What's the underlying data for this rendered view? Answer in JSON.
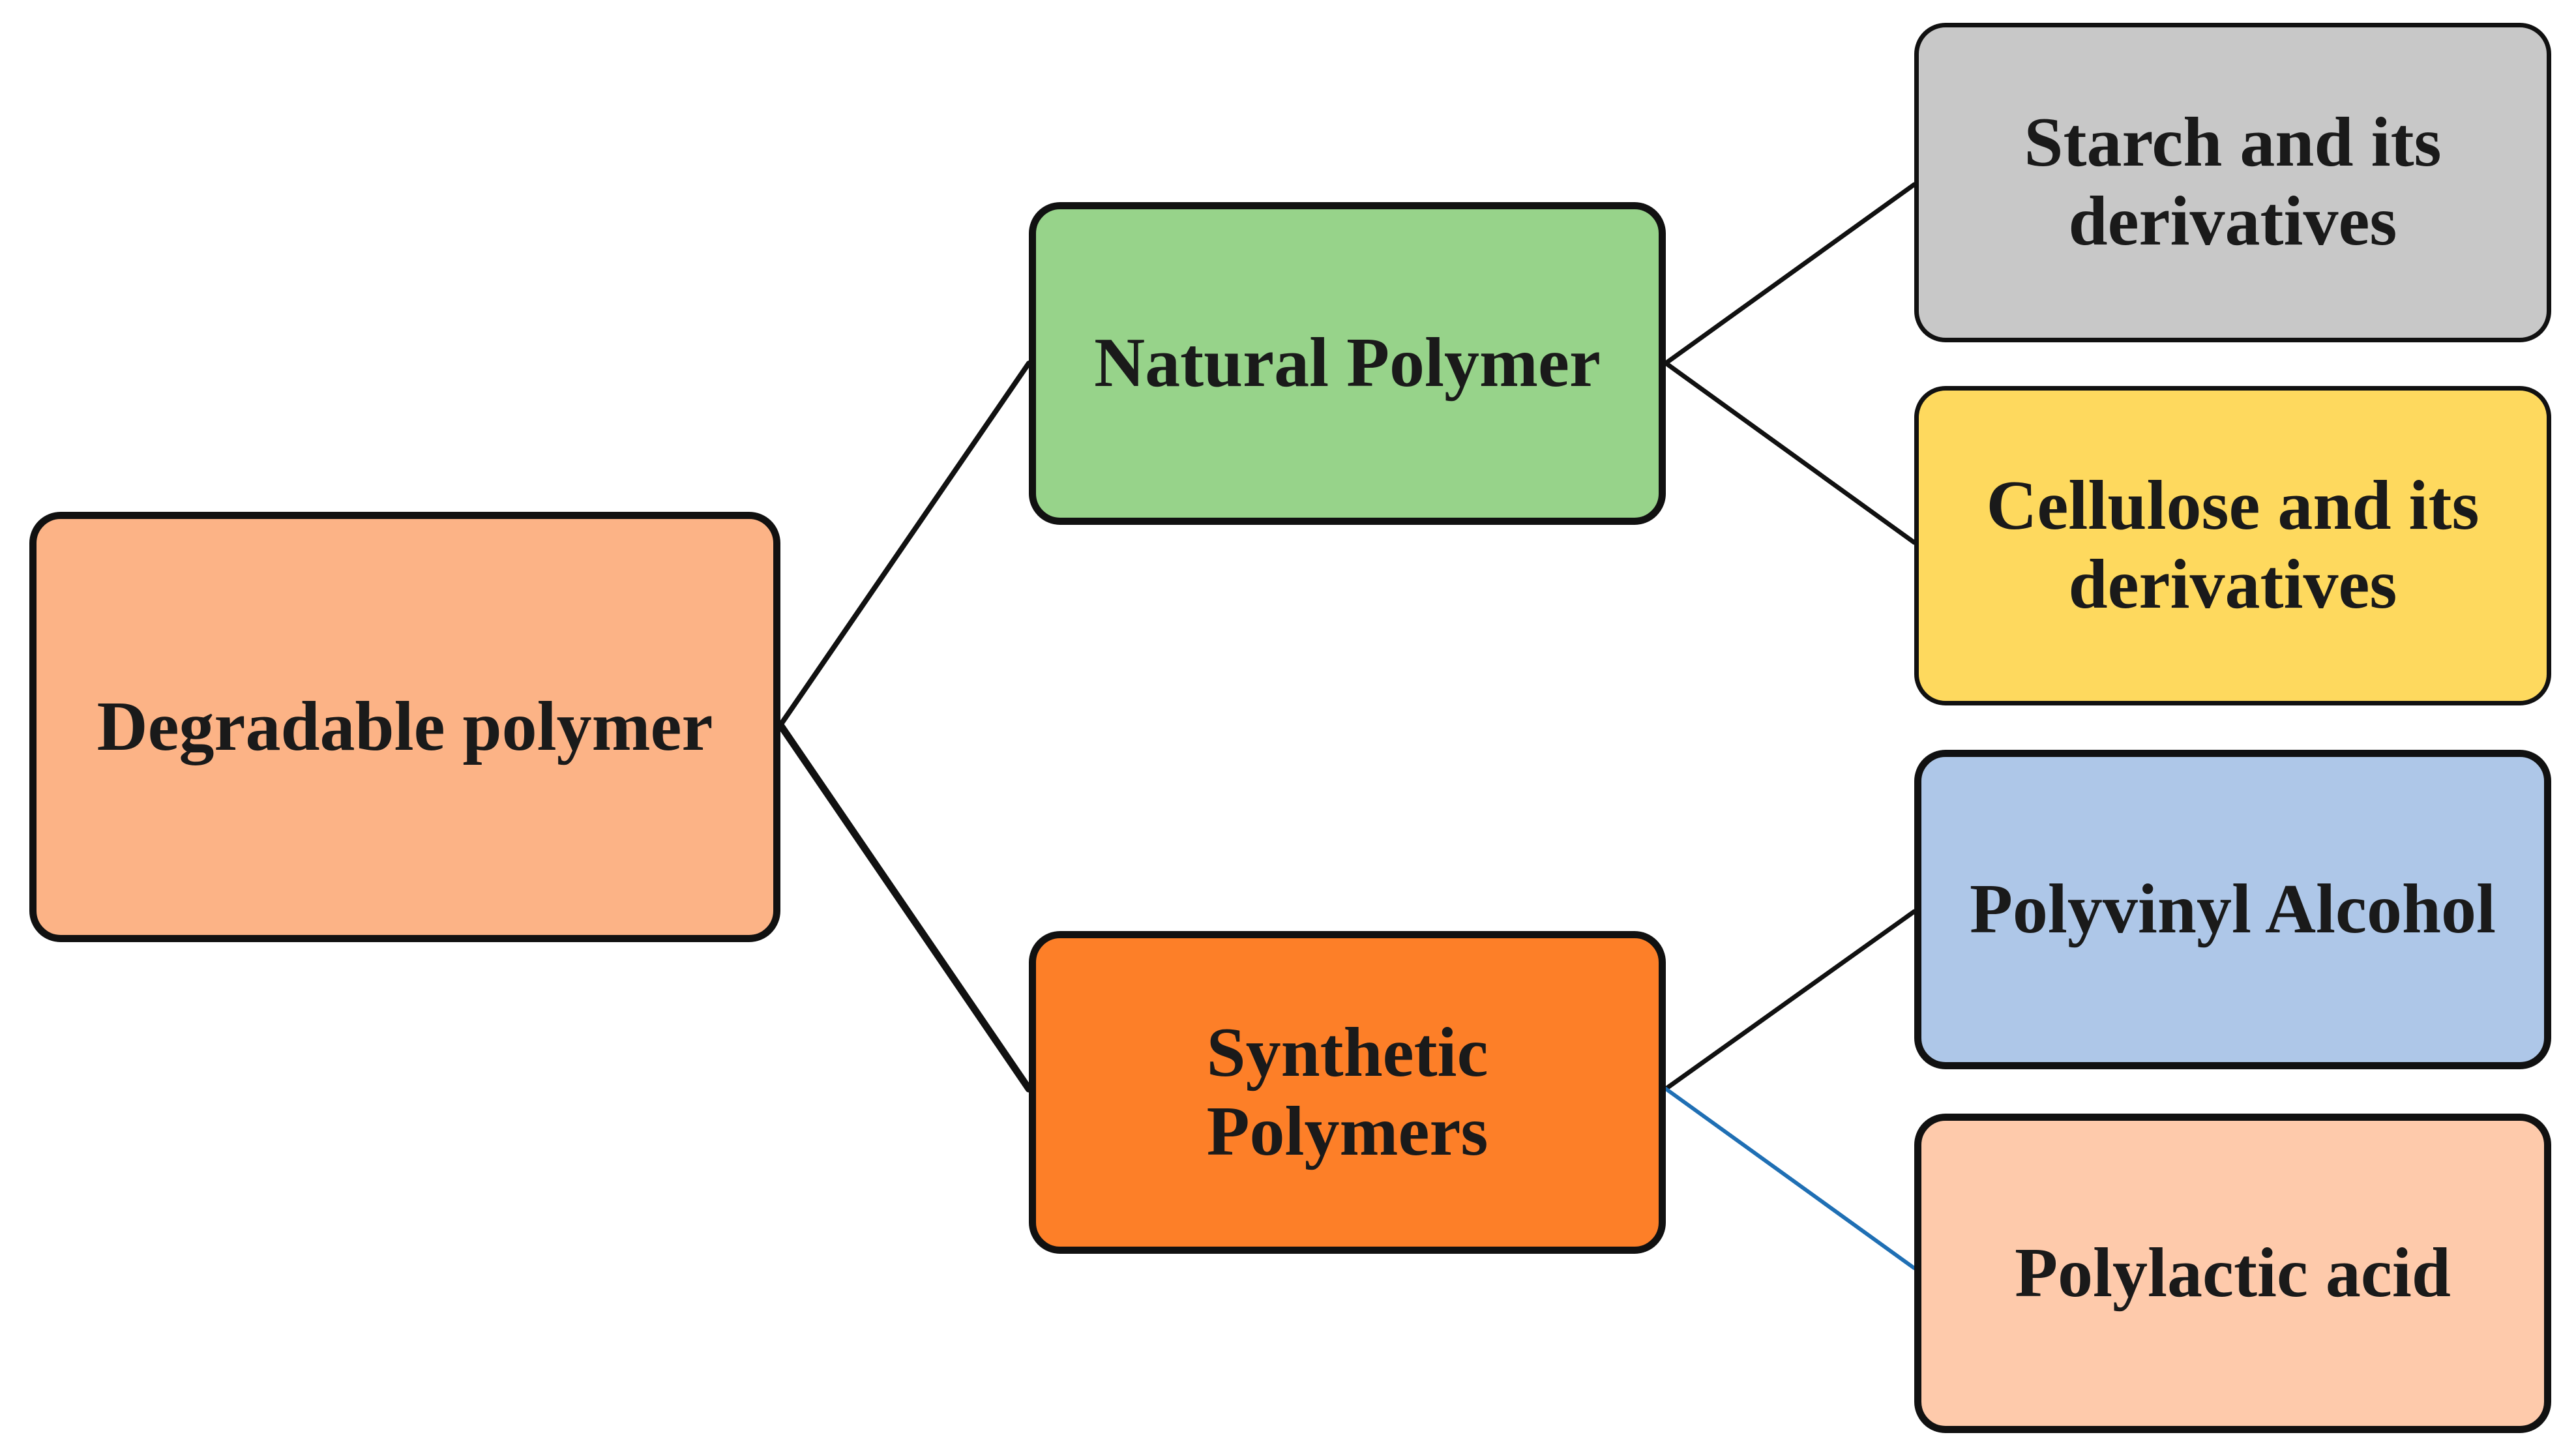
{
  "nodes": {
    "root": {
      "label": "Degradable polymer",
      "color": "#FCB386"
    },
    "natural": {
      "label": "Natural Polymer",
      "color": "#97D38A"
    },
    "synthetic": {
      "label": "Synthetic Polymers",
      "color": "#FD7F28"
    },
    "starch": {
      "label": "Starch and its derivatives",
      "color": "#C8C8C8"
    },
    "cellulose": {
      "label": "Cellulose and its derivatives",
      "color": "#FED95E"
    },
    "pva": {
      "label": "Polyvinyl Alcohol",
      "color": "#AEC7E8"
    },
    "pla": {
      "label": "Polylactic acid",
      "color": "#FECAAB"
    }
  },
  "edges": [
    {
      "from": "root",
      "to": "natural",
      "color": "#111111"
    },
    {
      "from": "root",
      "to": "synthetic",
      "color": "#111111"
    },
    {
      "from": "natural",
      "to": "starch",
      "color": "#111111"
    },
    {
      "from": "natural",
      "to": "cellulose",
      "color": "#111111"
    },
    {
      "from": "synthetic",
      "to": "pva",
      "color": "#111111"
    },
    {
      "from": "synthetic",
      "to": "pla",
      "color": "#1F6FB4"
    }
  ]
}
